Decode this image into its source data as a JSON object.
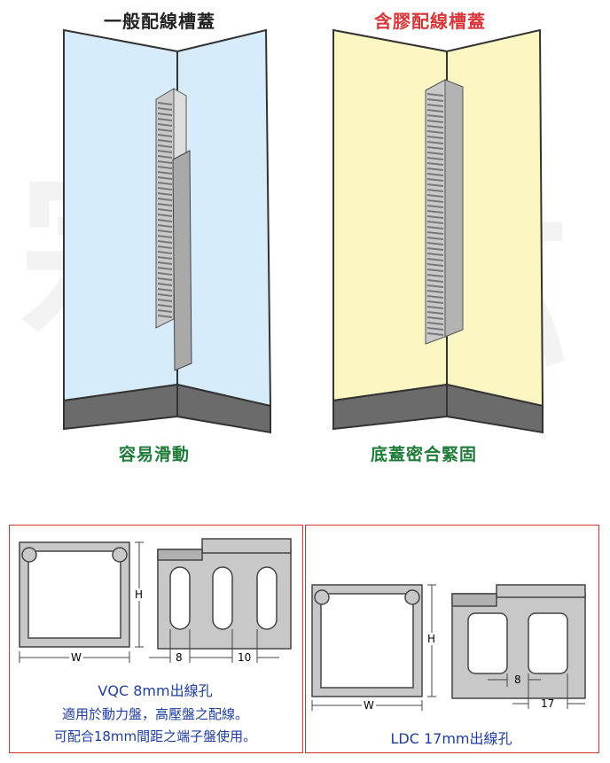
{
  "top": {
    "left_title": "一般配線槽蓋",
    "right_title": "含膠配線槽蓋",
    "left_caption": "容易滑動",
    "right_caption": "底蓋密合緊固",
    "colors": {
      "left_title": "#222222",
      "right_title": "#d8363a",
      "caption": "#1e7a37",
      "left_panel": "#d7ecfb",
      "right_panel": "#fbf6c2",
      "base": "#6b6b6b"
    }
  },
  "bottom": {
    "vqc": {
      "name": "VQC 8mm出線孔",
      "desc1": "適用於動力盤，高壓盤之配線。",
      "desc2": "可配合18mm間距之端子盤使用。",
      "dim_h": "H",
      "dim_w": "W",
      "dim_slot": "8",
      "dim_pitch": "10"
    },
    "ldc": {
      "name": "LDC 17mm出線孔",
      "dim_h": "H",
      "dim_w": "W",
      "dim_slot": "8",
      "dim_pitch": "17"
    }
  }
}
